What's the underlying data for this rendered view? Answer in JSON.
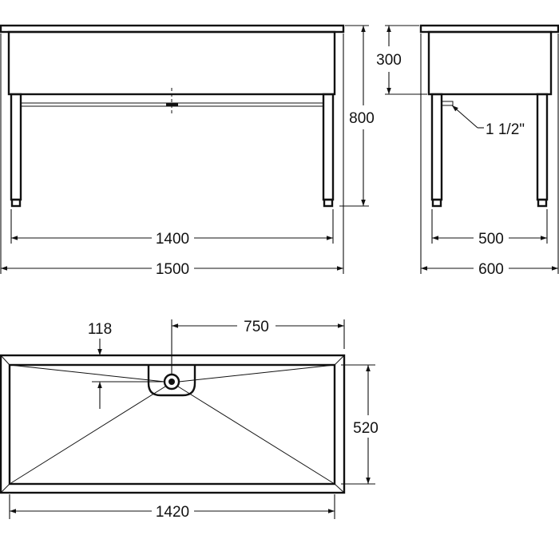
{
  "front_view": {
    "height_total": "800",
    "leg_span": "1400",
    "width_total": "1500"
  },
  "side_view": {
    "bowl_depth": "300",
    "drain_size": "1 1/2\"",
    "leg_span": "500",
    "depth_total": "600"
  },
  "top_view": {
    "drain_offset_front": "118",
    "drain_offset_side": "750",
    "inner_depth": "520",
    "inner_width": "1420"
  },
  "colors": {
    "line": "#111111",
    "background": "#ffffff"
  }
}
